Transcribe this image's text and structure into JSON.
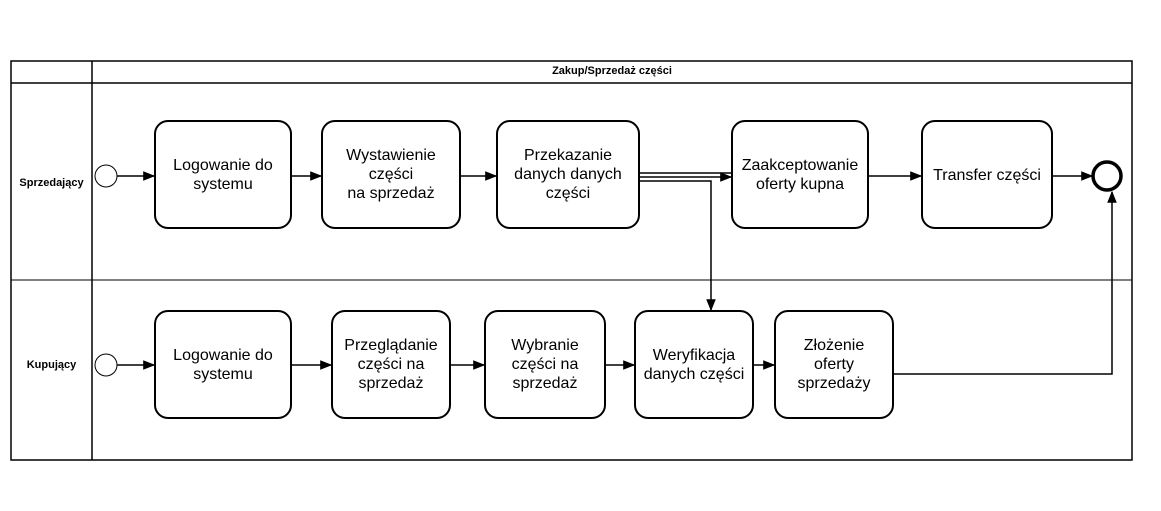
{
  "pool": {
    "title": "Zakup/Sprzedaż części"
  },
  "lanes": [
    {
      "label": "Sprzedający"
    },
    {
      "label": "Kupujący"
    }
  ],
  "tasks": {
    "seller_login": "Logowanie do\nsystemu",
    "seller_list_part": "Wystawienie\nczęści\nna sprzedaż",
    "seller_send_data": "Przekazanie\ndanych danych\nczęści",
    "seller_accept_offer": "Zaakceptowanie\noferty kupna",
    "seller_transfer": "Transfer części",
    "buyer_login": "Logowanie do\nsystemu",
    "buyer_browse": "Przeglądanie\nczęści na\nsprzedaż",
    "buyer_select": "Wybranie\nczęści na\nsprzedaż",
    "buyer_verify": "Weryfikacja\ndanych części",
    "buyer_offer": "Złożenie\noferty\nsprzedaży"
  },
  "colors": {
    "stroke": "#000000",
    "background": "#ffffff"
  }
}
